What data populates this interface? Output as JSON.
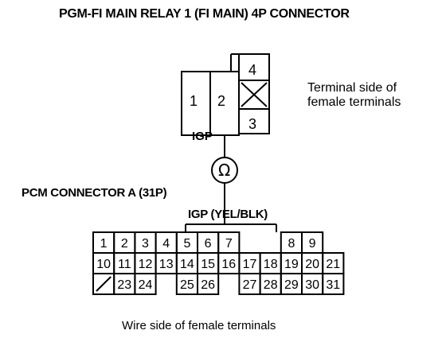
{
  "title": "PGM-FI MAIN RELAY 1 (FI MAIN) 4P CONNECTOR",
  "relay_note": {
    "line1": "Terminal side of",
    "line2": "female terminals"
  },
  "relay_connector": {
    "terminals": [
      {
        "id": "1",
        "label": "1"
      },
      {
        "id": "2",
        "label": "2"
      },
      {
        "id": "3",
        "label": "3"
      },
      {
        "id": "4",
        "label": "4"
      }
    ],
    "unused_cavity": "X"
  },
  "igp_top_label": "IGP",
  "meter_symbol": "Ω",
  "pcm_label": "PCM CONNECTOR A (31P)",
  "igp_wire_label": "IGP (YEL/BLK)",
  "pcm_connector": {
    "row1": [
      "1",
      "2",
      "3",
      "4",
      "5",
      "6",
      "7",
      "",
      "8",
      "9"
    ],
    "row2": [
      "10",
      "11",
      "12",
      "13",
      "14",
      "15",
      "16",
      "17",
      "18",
      "19",
      "20",
      "21"
    ],
    "row3": [
      "",
      "23",
      "24",
      "",
      "25",
      "26",
      "",
      "27",
      "28",
      "29",
      "30",
      "31"
    ]
  },
  "wire_note": "Wire side of female terminals"
}
